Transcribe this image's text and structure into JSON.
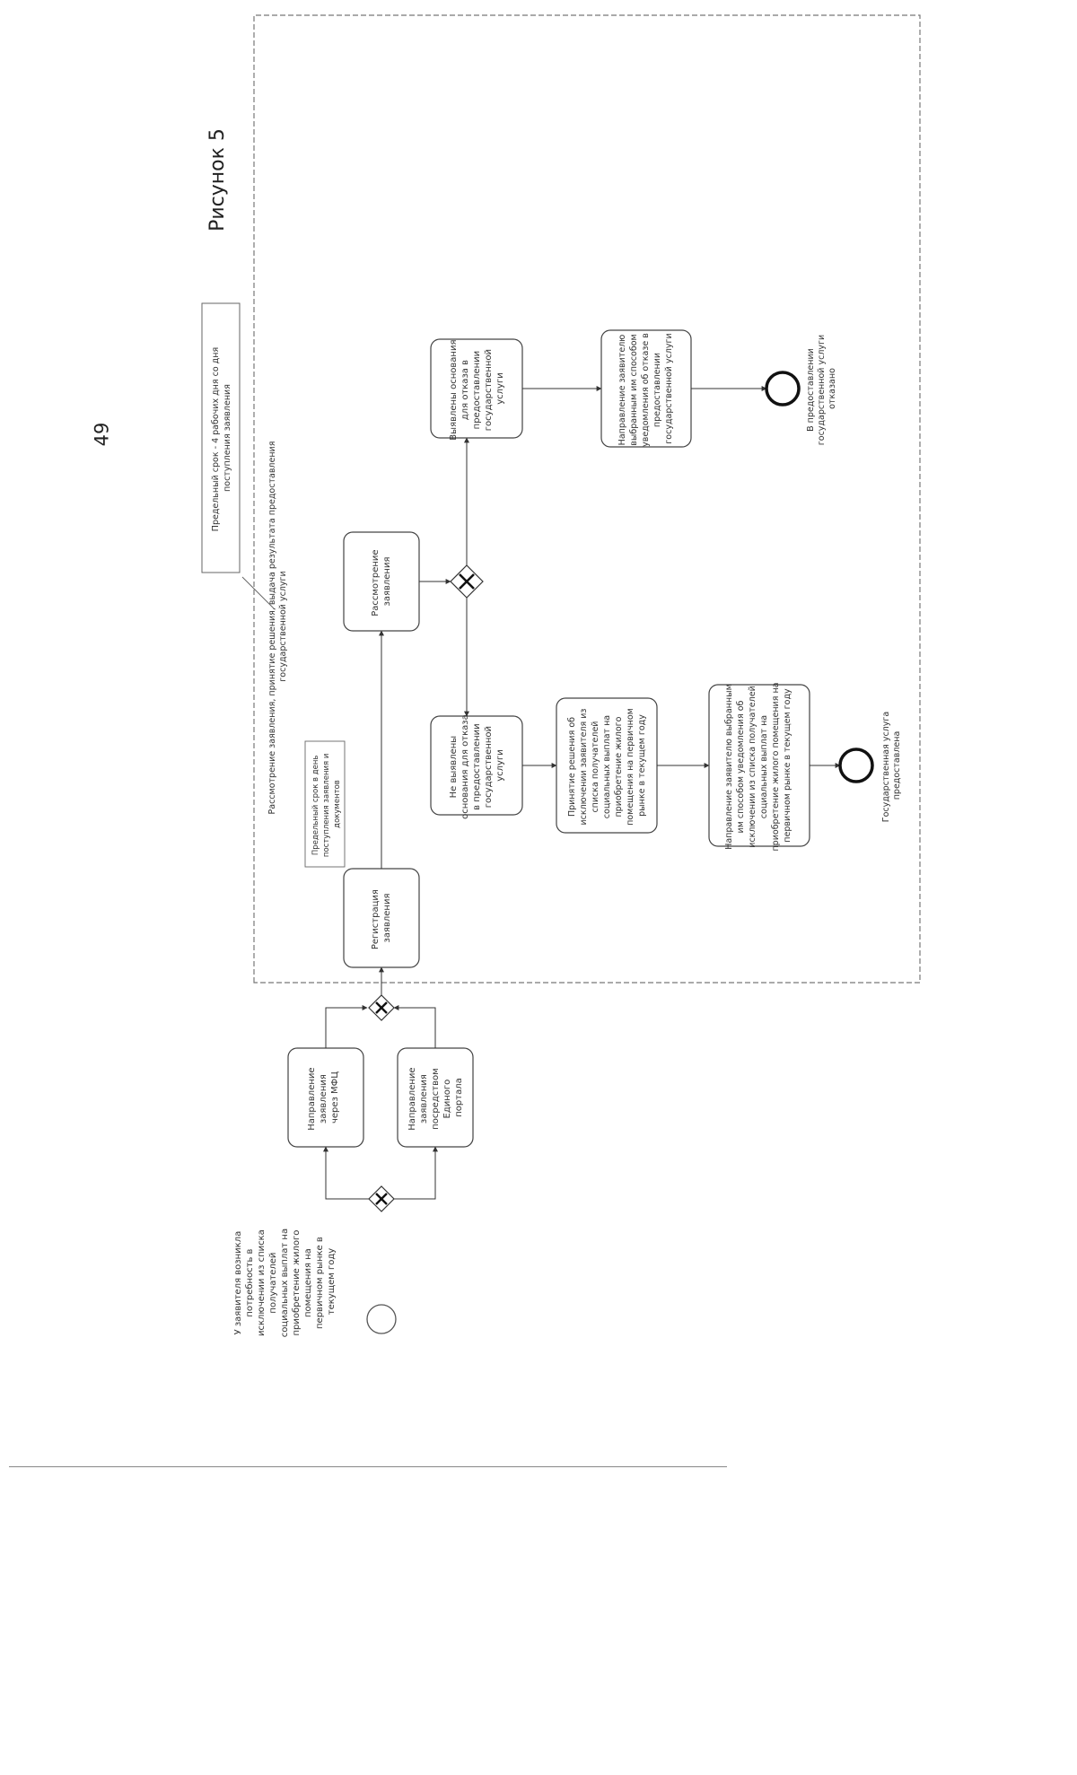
{
  "page": {
    "number": "49",
    "figure_label": "Рисунок 5"
  },
  "diagram": {
    "start_text": [
      "У заявителя возникла",
      "потребность в",
      "исключении из списка",
      "получателей",
      "социальных выплат на",
      "приобретение жилого",
      "помещения на",
      "первичном рынке в",
      "текущем году"
    ],
    "mfc_task": [
      "Направление",
      "заявления",
      "через МФЦ"
    ],
    "portal_task": [
      "Направление",
      "заявления",
      "посредством",
      "Единого",
      "портала"
    ],
    "register_task": [
      "Регистрация",
      "заявления"
    ],
    "register_note": [
      "Предельный срок в день",
      "поступления заявления и",
      "документов"
    ],
    "review_task": [
      "Рассмотрение",
      "заявления"
    ],
    "group_label": [
      "Рассмотрение заявления, принятие решения, выдача результата предоставления",
      "государственной услуги"
    ],
    "deadline_note": [
      "Предельный срок - 4 рабочих дня со дня",
      "поступления заявления"
    ],
    "no_grounds_task": [
      "Не выявлены",
      "основания для отказа",
      "в предоставлении",
      "государственной",
      "услуги"
    ],
    "grounds_task": [
      "Выявлены основания",
      "для отказа в",
      "предоставлении",
      "государственной",
      "услуги"
    ],
    "decision_task": [
      "Принятие решения об",
      "исключении заявителя из",
      "списка получателей",
      "социальных выплат на",
      "приобретение жилого",
      "помещения на первичном",
      "рынке в текущем году"
    ],
    "notify_refusal_task": [
      "Направление заявителю",
      "выбранным им способом",
      "уведомления об отказе в",
      "предоставлении",
      "государственной услуги"
    ],
    "notify_result_task": [
      "Направление заявителю выбранным",
      "им способом уведомления об",
      "исключении из списка получателей",
      "социальных выплат на",
      "приобретение жилого помещения на",
      "первичном рынке в текущем году"
    ],
    "end_provided": [
      "Государственная услуга",
      "предоставлена"
    ],
    "end_refused": [
      "В предоставлении",
      "государственной услуги",
      "отказано"
    ]
  }
}
